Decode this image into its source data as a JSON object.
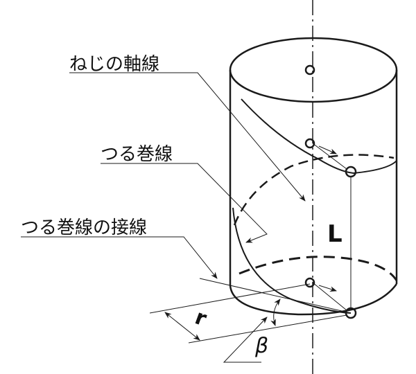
{
  "labels": {
    "screw_axis": "ねじの軸線",
    "helix": "つる巻線",
    "helix_tangent": "つる巻線の接線",
    "radius": "r",
    "lead": "L",
    "angle": "β"
  },
  "colors": {
    "line": "#1a1a1a",
    "background": "#ffffff"
  }
}
